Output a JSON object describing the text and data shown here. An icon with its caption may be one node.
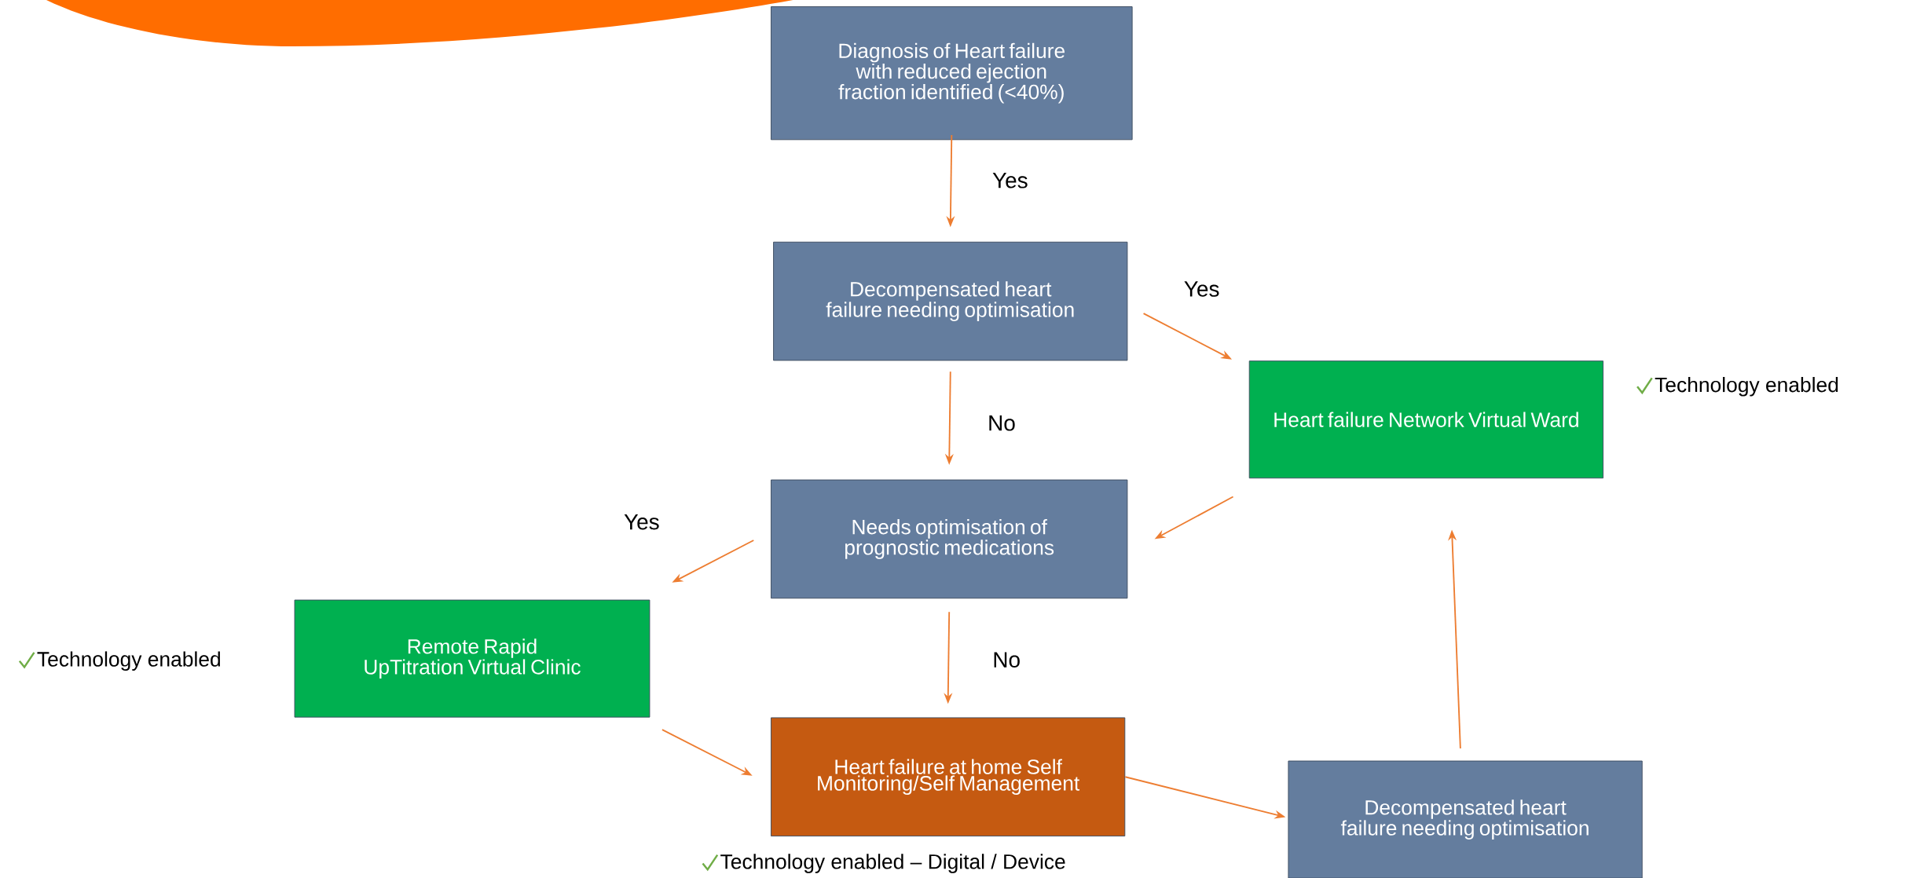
{
  "diagram": {
    "nodes": [
      {
        "text": [
          "Diagnosis of Heart failure with reduced ejection fraction identified (<40%)"
        ]
      },
      {
        "text": [
          "Decompensated heart failure needing optimisation"
        ]
      },
      {
        "text": [
          "Heart failure Network Virtual Ward"
        ],
        "beside": [
          "Technology enabled"
        ]
      },
      {
        "text": [
          "Needs optimisation of prognostic medications"
        ]
      },
      {
        "text": [
          "Remote Rapid UpTitration Virtual Clinic"
        ],
        "beside": [
          "Technology enabled"
        ]
      },
      {
        "text": [
          "Heart failure at home Self Monitoring/Self Management"
        ],
        "beside": [
          "Technology enabled – Digital / Device"
        ]
      },
      {
        "text": [
          "Decompensated heart failure needing optimisation"
        ]
      }
    ],
    "edges": [
      {
        "from": 0,
        "to": 1,
        "arrow": "to",
        "label": "Yes"
      },
      {
        "from": 1,
        "to": 2,
        "arrow": "to",
        "label": "Yes"
      },
      {
        "from": 1,
        "to": 3,
        "arrow": "to",
        "label": "No"
      },
      {
        "from": 2,
        "to": 3,
        "arrow": "to"
      },
      {
        "from": 3,
        "to": 4,
        "arrow": "to",
        "label": "Yes"
      },
      {
        "from": 3,
        "to": 5,
        "arrow": "to",
        "label": "No"
      },
      {
        "from": 4,
        "to": 5,
        "arrow": "to"
      },
      {
        "from": 5,
        "to": 6,
        "arrow": "to"
      },
      {
        "from": 6,
        "to": 2,
        "arrow": "to"
      }
    ]
  }
}
